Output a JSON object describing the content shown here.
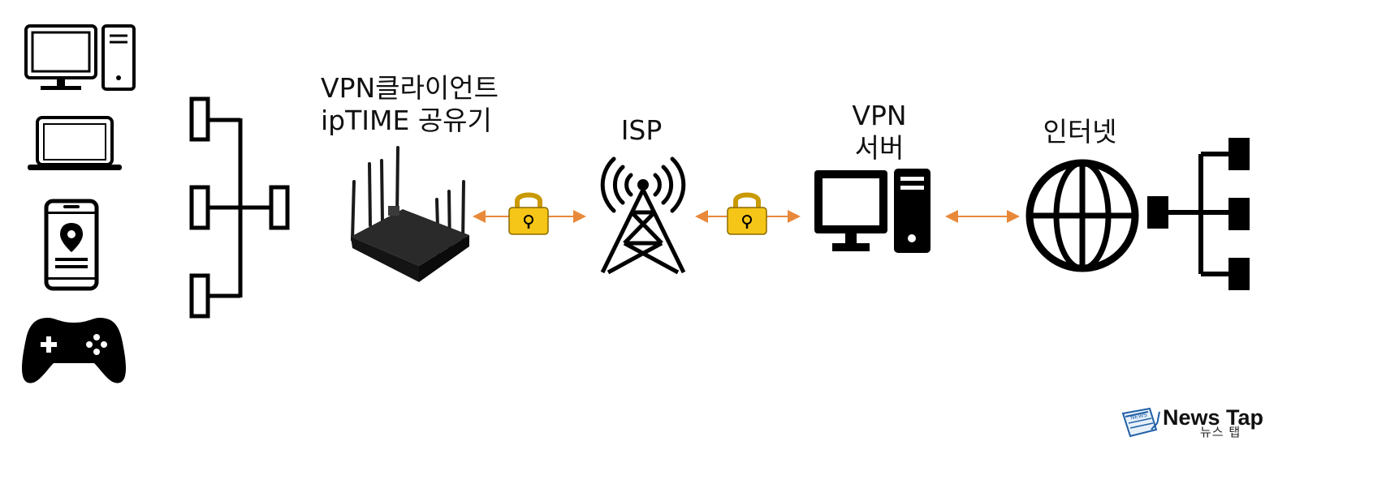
{
  "nodes": {
    "vpn_client": {
      "line1": "VPN클라이언트",
      "line2": "ipTIME 공유기"
    },
    "isp": {
      "label": "ISP"
    },
    "vpn_server": {
      "line1": "VPN",
      "line2": "서버"
    },
    "internet": {
      "label": "인터넷"
    }
  },
  "logo": {
    "title": "News Tap",
    "subtitle": "뉴스 탭",
    "icon_text": "NEWS"
  },
  "icons": [
    "desktop-computer-icon",
    "laptop-icon",
    "smartphone-location-icon",
    "gamepad-icon",
    "device-tree-icon",
    "router-icon",
    "padlock-icon",
    "cell-tower-icon",
    "server-computer-icon",
    "globe-icon",
    "network-hierarchy-icon"
  ],
  "colors": {
    "arrow": "#E8893A",
    "lock_body": "#F5C518",
    "lock_stroke": "#8a6a00",
    "icon": "#000000"
  }
}
